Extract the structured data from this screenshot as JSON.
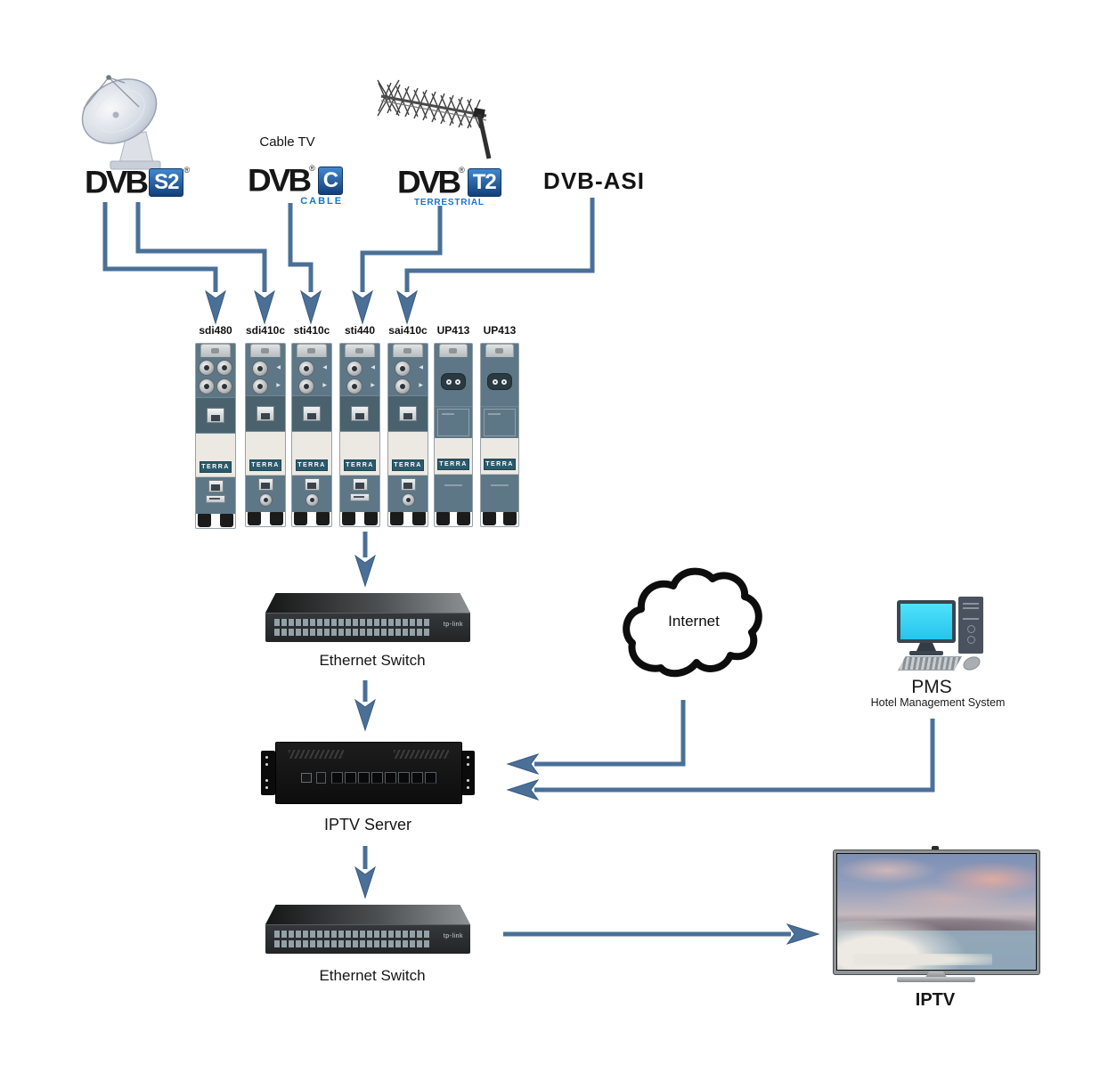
{
  "colors": {
    "flow_line": "#4a7098",
    "dvb_badge_blue_top": "#4188cd",
    "dvb_badge_blue_bottom": "#123f78",
    "dvb_sub_blue": "#1277d4",
    "module_slate": "#5d7787",
    "pms_screen_cyan": "#3ed8f8"
  },
  "sources": {
    "satellite": {
      "logo": "DVB",
      "badge": "S2",
      "reg": "®"
    },
    "cable": {
      "heading": "Cable TV",
      "logo": "DVB",
      "badge": "C",
      "sub": "CABLE",
      "reg": "®"
    },
    "terrestrial": {
      "logo": "DVB",
      "badge": "T2",
      "sub": "TERRESTRIAL",
      "reg": "®"
    },
    "asi": {
      "label": "DVB-ASI"
    }
  },
  "modules": [
    {
      "label": "sdi480"
    },
    {
      "label": "sdi410c"
    },
    {
      "label": "sti410c"
    },
    {
      "label": "sti440"
    },
    {
      "label": "sai410c"
    },
    {
      "label": "UP413"
    },
    {
      "label": "UP413"
    }
  ],
  "brand_badge": "TERRA",
  "switch1": {
    "label": "Ethernet Switch",
    "logo": "tp-link"
  },
  "switch2": {
    "label": "Ethernet Switch",
    "logo": "tp-link"
  },
  "internet": {
    "label": "Internet"
  },
  "pms": {
    "title": "PMS",
    "subtitle": "Hotel Management System"
  },
  "server": {
    "label": "IPTV Server"
  },
  "tv": {
    "label": "IPTV"
  }
}
